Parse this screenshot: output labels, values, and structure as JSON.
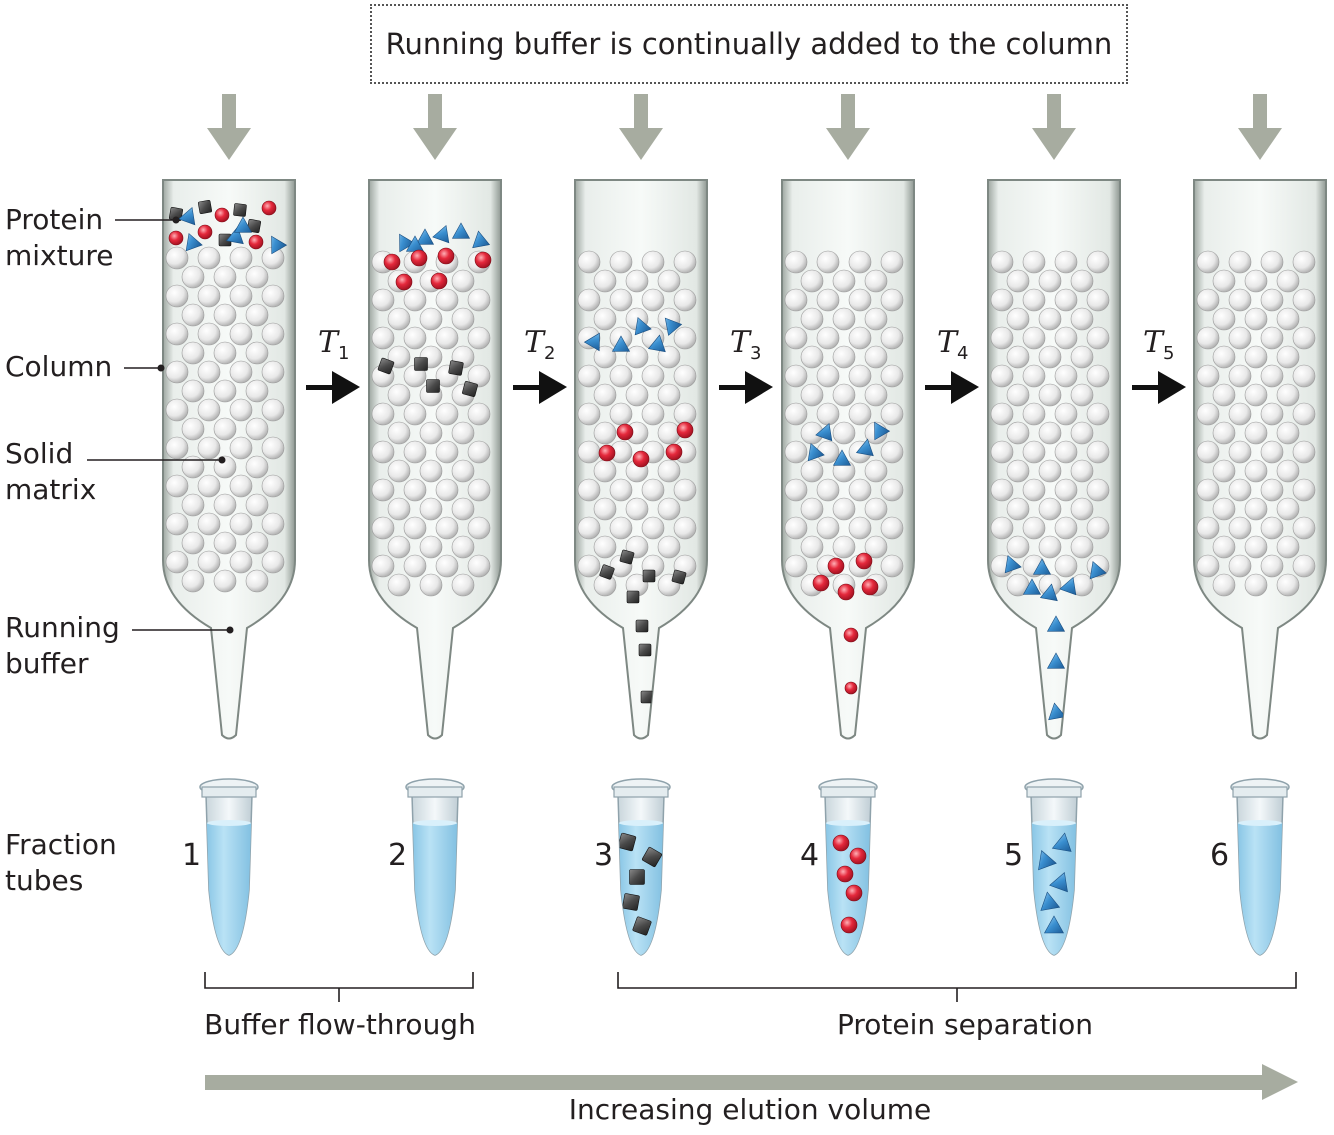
{
  "banner": "Running buffer is continually added to the column",
  "left_labels": {
    "protein_mixture": "Protein mixture",
    "column": "Column",
    "solid_matrix": "Solid matrix",
    "running_buffer": "Running buffer",
    "fraction_tubes": "Fraction tubes"
  },
  "time_steps": [
    {
      "t": "T",
      "sub": "1"
    },
    {
      "t": "T",
      "sub": "2"
    },
    {
      "t": "T",
      "sub": "3"
    },
    {
      "t": "T",
      "sub": "4"
    },
    {
      "t": "T",
      "sub": "5"
    }
  ],
  "tube_numbers": [
    "1",
    "2",
    "3",
    "4",
    "5",
    "6"
  ],
  "brackets": {
    "flow_through": "Buffer flow-through",
    "separation": "Protein separation"
  },
  "elution_label": "Increasing elution volume",
  "colors": {
    "arrow_gray": "#a7aca0",
    "bead": "#e6e6e6",
    "red_protein": "#d81f32",
    "blue_protein": "#3a8fd0",
    "gray_protein": "#4a4a4a",
    "liquid": "#9fd3ec"
  }
}
